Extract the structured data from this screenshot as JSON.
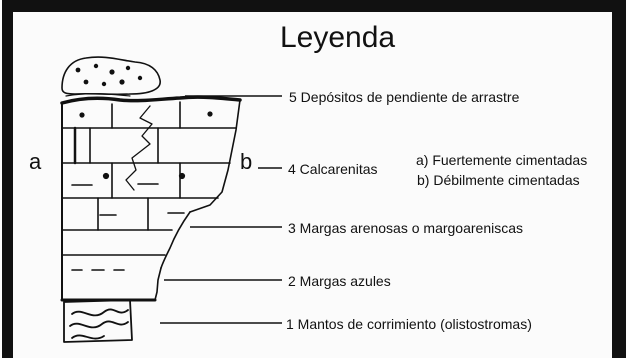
{
  "title": "Leyenda",
  "labels": {
    "a": "a",
    "b": "b"
  },
  "legend_items": [
    {
      "number": "5",
      "text": "5 Depósitos de pendiente de arrastre"
    },
    {
      "number": "4",
      "text": "4 Calcarenitas",
      "sub": [
        "a) Fuertemente cimentadas",
        "b) Débilmente cimentadas"
      ]
    },
    {
      "number": "3",
      "text": "3 Margas arenosas o margoareniscas"
    },
    {
      "number": "2",
      "text": "2 Margas azules"
    },
    {
      "number": "1",
      "text": "1 Mantos de corrimiento (olistostromas)"
    }
  ],
  "colors": {
    "ink": "#111111",
    "frame": "#111111",
    "paper": "#fbfbfb"
  }
}
